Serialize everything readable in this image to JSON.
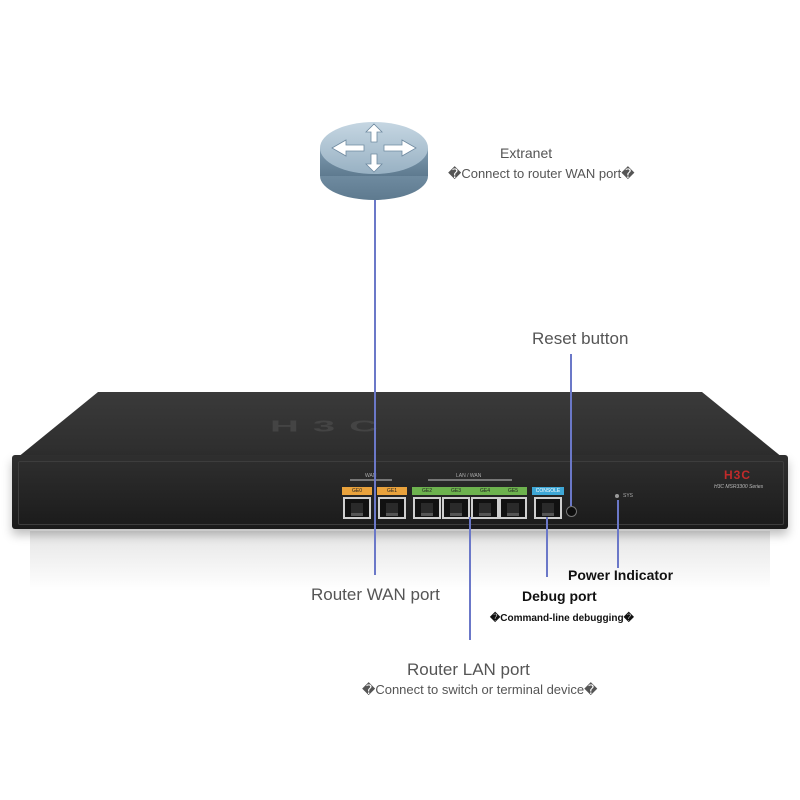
{
  "labels": {
    "extranet_title": "Extranet",
    "extranet_sub": "�Connect to router WAN port�",
    "reset_button": "Reset button",
    "power_indicator": "Power Indicator",
    "debug_port": "Debug port",
    "debug_sub": "�Command-line debugging�",
    "wan_port": "Router WAN port",
    "lan_port": "Router LAN port",
    "lan_sub": "�Connect to switch or terminal device�"
  },
  "device": {
    "brand": "H3C",
    "series": "H3C MSR3300 Series",
    "top_logo": "H3C",
    "wan_group": "WAN",
    "lan_group": "LAN / WAN",
    "ports": {
      "wan": [
        "GE0",
        "GE1"
      ],
      "lan": [
        "GE2",
        "GE3",
        "GE4",
        "GE5"
      ],
      "console": "CONSOLE"
    },
    "sys_led": "SYS"
  },
  "colors": {
    "leader_line": "#6b78c8",
    "wan_tag": "#e9a23c",
    "lan_tag": "#6db24e",
    "console_tag": "#3ea7d6",
    "brand": "#c02a2a"
  },
  "icons": {
    "router": "router-arrows-icon"
  }
}
